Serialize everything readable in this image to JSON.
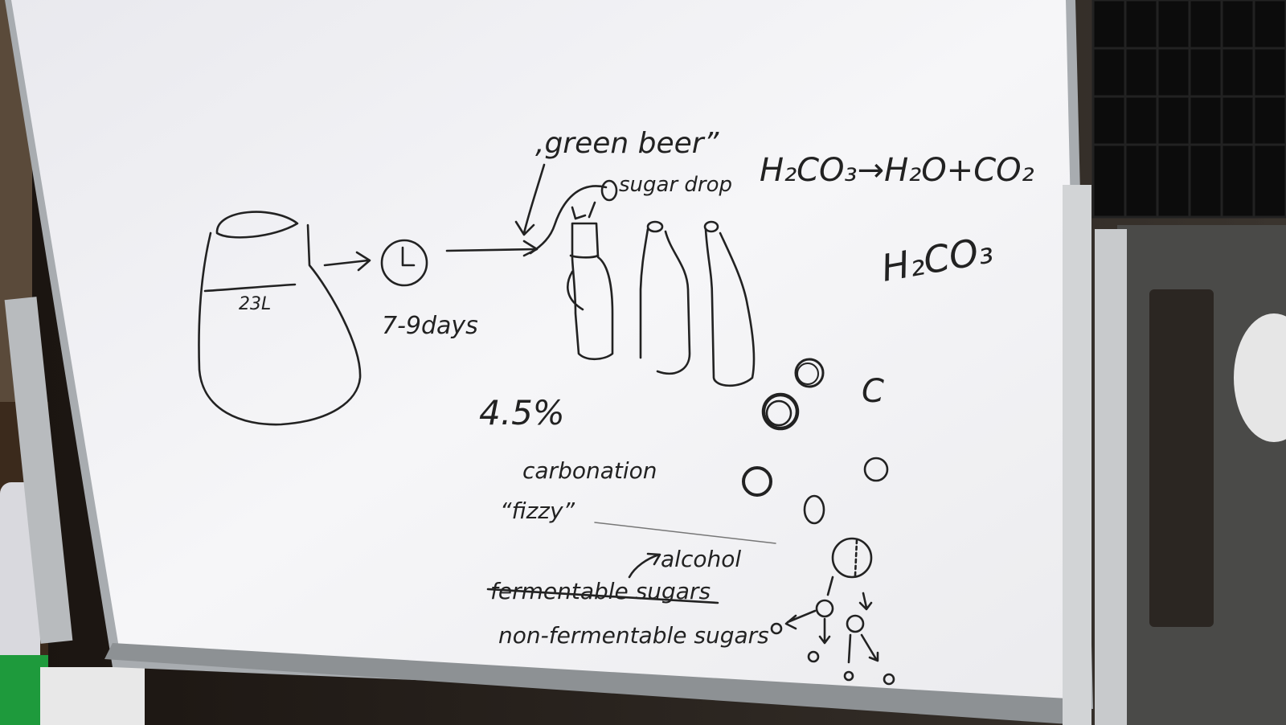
{
  "whiteboard": {
    "fermenter": {
      "volume_label": "23L"
    },
    "timer": {
      "duration_label": "7-9days"
    },
    "bottles": {
      "green_beer_label": "‚green beer”",
      "sugar_drop_label": "sugar drop"
    },
    "abv_label": "4.5%",
    "carbonation_label": "carbonation",
    "fizzy_label": "“fizzy”",
    "fermentable_label": "fermentable sugars",
    "alcohol_label": "alcohol",
    "non_fermentable_label": "non-fermentable sugars",
    "equation_full": "H₂CO₃→H₂O+CO₂",
    "equation_short": "H₂CO₃",
    "molecule_letter": "C"
  },
  "colors": {
    "board": "#f4f4f6",
    "marker": "#222222",
    "frame": "#9a9ea2",
    "room": "#2a1d12"
  }
}
